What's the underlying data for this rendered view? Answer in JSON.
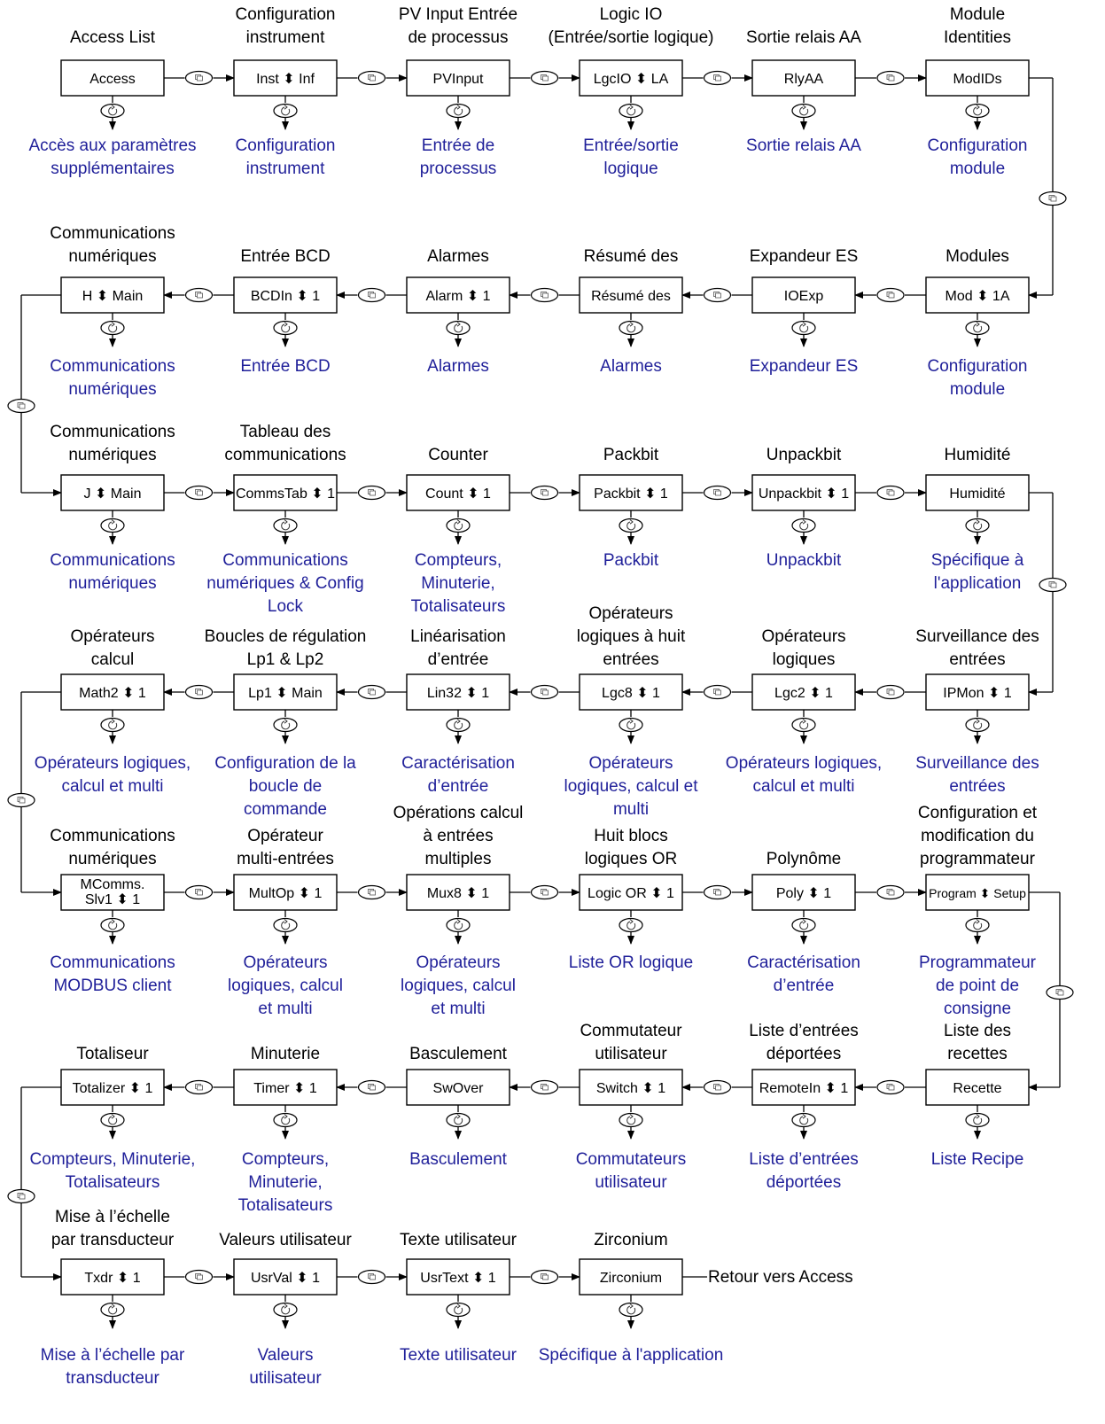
{
  "footer_text": "Retour vers Access",
  "rows": [
    {
      "direction": "right",
      "blocks": [
        {
          "label": [
            "Access List"
          ],
          "box": [
            "Access"
          ],
          "desc": [
            "Accès aux paramètres",
            "supplémentaires"
          ]
        },
        {
          "label": [
            "Configuration",
            "instrument"
          ],
          "box": [
            "Inst ⬍ Inf"
          ],
          "desc": [
            "Configuration",
            "instrument"
          ]
        },
        {
          "label": [
            "PV Input Entrée",
            "de processus"
          ],
          "box": [
            "PVInput"
          ],
          "desc": [
            "Entrée de",
            "processus"
          ]
        },
        {
          "label": [
            "Logic IO",
            "(Entrée/sortie logique)"
          ],
          "box": [
            "LgcIO ⬍ LA"
          ],
          "desc": [
            "Entrée/sortie",
            "logique"
          ]
        },
        {
          "label": [
            "Sortie relais AA"
          ],
          "box": [
            "RlyAA"
          ],
          "desc": [
            "Sortie relais AA"
          ]
        },
        {
          "label": [
            "Module",
            "Identities"
          ],
          "box": [
            "ModIDs"
          ],
          "desc": [
            "Configuration",
            "module"
          ]
        }
      ]
    },
    {
      "direction": "left",
      "blocks": [
        {
          "label": [
            "Communications",
            "numériques"
          ],
          "box": [
            "H ⬍ Main"
          ],
          "desc": [
            "Communications",
            "numériques"
          ]
        },
        {
          "label": [
            "Entrée BCD"
          ],
          "box": [
            "BCDIn ⬍ 1"
          ],
          "desc": [
            "Entrée BCD"
          ]
        },
        {
          "label": [
            "Alarmes"
          ],
          "box": [
            "Alarm ⬍ 1"
          ],
          "desc": [
            "Alarmes"
          ]
        },
        {
          "label": [
            "Résumé des"
          ],
          "box": [
            "Résumé des"
          ],
          "desc": [
            "Alarmes"
          ]
        },
        {
          "label": [
            "Expandeur ES"
          ],
          "box": [
            "IOExp"
          ],
          "desc": [
            "Expandeur ES"
          ]
        },
        {
          "label": [
            "Modules"
          ],
          "box": [
            "Mod ⬍ 1A"
          ],
          "desc": [
            "Configuration",
            "module"
          ]
        }
      ]
    },
    {
      "direction": "right",
      "blocks": [
        {
          "label": [
            "Communications",
            "numériques"
          ],
          "box": [
            "J ⬍ Main"
          ],
          "desc": [
            "Communications",
            "numériques"
          ]
        },
        {
          "label": [
            "Tableau des",
            "communications"
          ],
          "box": [
            "CommsTab ⬍ 1"
          ],
          "desc": [
            "Communications",
            "numériques & Config",
            "Lock"
          ]
        },
        {
          "label": [
            "Counter"
          ],
          "box": [
            "Count ⬍ 1"
          ],
          "desc": [
            "Compteurs,",
            "Minuterie,",
            "Totalisateurs"
          ]
        },
        {
          "label": [
            "Packbit"
          ],
          "box": [
            "Packbit ⬍ 1"
          ],
          "desc": [
            "Packbit"
          ]
        },
        {
          "label": [
            "Unpackbit"
          ],
          "box": [
            "Unpackbit ⬍ 1"
          ],
          "desc": [
            "Unpackbit"
          ]
        },
        {
          "label": [
            "Humidité"
          ],
          "box": [
            "Humidité"
          ],
          "desc": [
            "Spécifique à",
            "l'application"
          ]
        }
      ]
    },
    {
      "direction": "left",
      "blocks": [
        {
          "label": [
            "Opérateurs",
            "calcul"
          ],
          "box": [
            "Math2 ⬍ 1"
          ],
          "desc": [
            "Opérateurs logiques,",
            "calcul et multi"
          ]
        },
        {
          "label": [
            "Boucles de régulation",
            "Lp1 & Lp2"
          ],
          "box": [
            "Lp1 ⬍ Main"
          ],
          "desc": [
            "Configuration de la",
            "boucle de",
            "commande"
          ]
        },
        {
          "label": [
            "Linéarisation",
            "d’entrée"
          ],
          "box": [
            "Lin32 ⬍ 1"
          ],
          "desc": [
            "Caractérisation",
            "d’entrée"
          ]
        },
        {
          "label": [
            "Opérateurs",
            "logiques à huit",
            "entrées"
          ],
          "box": [
            "Lgc8 ⬍ 1"
          ],
          "desc": [
            "Opérateurs",
            "logiques, calcul et",
            "multi"
          ]
        },
        {
          "label": [
            "Opérateurs",
            "logiques"
          ],
          "box": [
            "Lgc2  ⬍ 1"
          ],
          "desc": [
            "Opérateurs logiques,",
            "calcul et multi"
          ]
        },
        {
          "label": [
            "Surveillance des",
            "entrées"
          ],
          "box": [
            "IPMon ⬍ 1"
          ],
          "desc": [
            "Surveillance des",
            "entrées"
          ]
        }
      ]
    },
    {
      "direction": "right",
      "blocks": [
        {
          "label": [
            "Communications",
            "numériques"
          ],
          "box": [
            "MComms.",
            "Slv1 ⬍ 1"
          ],
          "desc": [
            "Communications",
            "MODBUS client"
          ]
        },
        {
          "label": [
            "Opérateur",
            "multi-entrées"
          ],
          "box": [
            "MultOp ⬍ 1"
          ],
          "desc": [
            "Opérateurs",
            "logiques, calcul",
            "et multi"
          ]
        },
        {
          "label": [
            "Opérations calcul",
            "à entrées",
            "multiples"
          ],
          "box": [
            "Mux8 ⬍ 1"
          ],
          "desc": [
            "Opérateurs",
            "logiques, calcul",
            "et multi"
          ]
        },
        {
          "label": [
            "Huit blocs",
            "logiques OR"
          ],
          "box": [
            "Logic OR ⬍ 1"
          ],
          "desc": [
            "Liste OR logique"
          ]
        },
        {
          "label": [
            "Polynôme"
          ],
          "box": [
            "Poly ⬍ 1"
          ],
          "desc": [
            "Caractérisation",
            "d’entrée"
          ]
        },
        {
          "label": [
            "Configuration et",
            "modification du",
            "programmateur"
          ],
          "box": [
            "Program ⬍ Setup"
          ],
          "desc": [
            "Programmateur",
            "de point de",
            "consigne"
          ]
        }
      ]
    },
    {
      "direction": "left",
      "blocks": [
        {
          "label": [
            "Totaliseur"
          ],
          "box": [
            "Totalizer ⬍ 1"
          ],
          "desc": [
            "Compteurs, Minuterie,",
            "Totalisateurs"
          ]
        },
        {
          "label": [
            "Minuterie"
          ],
          "box": [
            "Timer ⬍ 1"
          ],
          "desc": [
            "Compteurs,",
            "Minuterie,",
            "Totalisateurs"
          ]
        },
        {
          "label": [
            "Basculement"
          ],
          "box": [
            "SwOver"
          ],
          "desc": [
            "Basculement"
          ]
        },
        {
          "label": [
            "Commutateur",
            "utilisateur"
          ],
          "box": [
            "Switch ⬍ 1"
          ],
          "desc": [
            "Commutateurs",
            "utilisateur"
          ]
        },
        {
          "label": [
            "Liste d’entrées",
            "déportées"
          ],
          "box": [
            "RemoteIn ⬍ 1"
          ],
          "desc": [
            "Liste d’entrées",
            "déportées"
          ]
        },
        {
          "label": [
            "Liste des",
            "recettes"
          ],
          "box": [
            "Recette"
          ],
          "desc": [
            "Liste Recipe"
          ]
        }
      ]
    },
    {
      "direction": "right",
      "blocks": [
        {
          "label": [
            "Mise à l’échelle",
            "par transducteur"
          ],
          "box": [
            "Txdr ⬍ 1"
          ],
          "desc": [
            "Mise à l’échelle par",
            "transducteur"
          ]
        },
        {
          "label": [
            "Valeurs utilisateur"
          ],
          "box": [
            "UsrVal ⬍ 1"
          ],
          "desc": [
            "Valeurs",
            "utilisateur"
          ]
        },
        {
          "label": [
            "Texte utilisateur"
          ],
          "box": [
            "UsrText ⬍ 1"
          ],
          "desc": [
            "Texte utilisateur"
          ]
        },
        {
          "label": [
            "Zirconium"
          ],
          "box": [
            "Zirconium"
          ],
          "desc": [
            "Spécifique à l'application"
          ]
        }
      ]
    }
  ]
}
